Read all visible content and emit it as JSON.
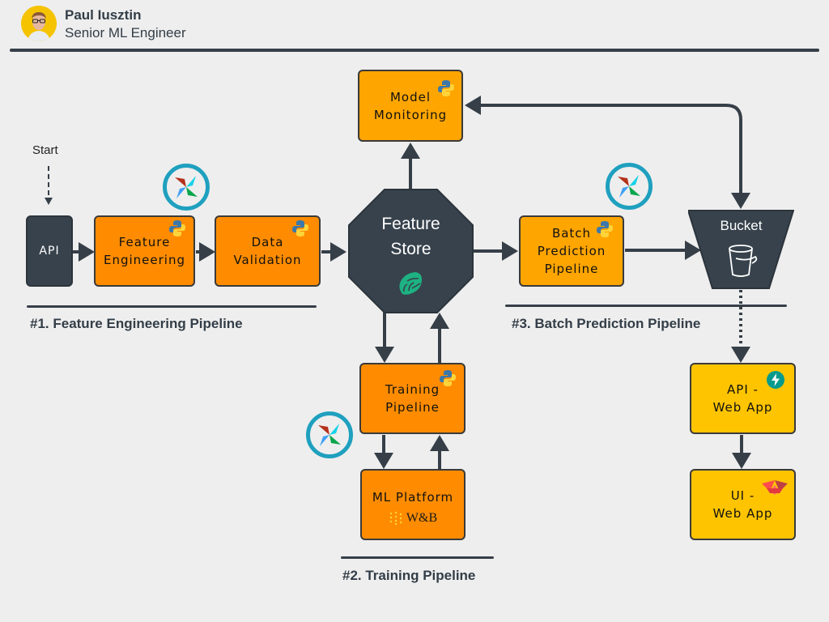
{
  "author": {
    "name": "Paul Iusztin",
    "role": "Senior ML Engineer",
    "avatar_bg": "#f5c300"
  },
  "diagram": {
    "start_label": "Start",
    "nodes": {
      "api": "API",
      "feature_engineering": "Feature\nEngineering",
      "data_validation": "Data\nValidation",
      "feature_store": "Feature\nStore",
      "model_monitoring": "Model\nMonitoring",
      "batch_prediction": "Batch\nPrediction\nPipeline",
      "bucket": "Bucket",
      "training_pipeline": "Training\nPipeline",
      "ml_platform": "ML Platform",
      "ml_platform_brand": "W&B",
      "api_web_app": "API -\nWeb App",
      "ui_web_app": "UI -\nWeb App"
    },
    "sections": {
      "feature_pipeline": "#1. Feature Engineering Pipeline",
      "training_pipeline": "#2. Training Pipeline",
      "batch_pipeline": "#3. Batch Prediction Pipeline"
    },
    "icons": {
      "orchestrator": "airflow-icon",
      "language": "python-icon",
      "feature_store": "hopsworks-icon",
      "storage": "bucket-icon",
      "api_framework": "fastapi-icon",
      "ui_framework": "streamlit-icon",
      "tracking": "wandb-icon"
    },
    "colors": {
      "orange": "#ff8c00",
      "amber": "#ffa500",
      "yellow": "#ffc400",
      "dark": "#37424c",
      "airflow_ring": "#1fa0bf",
      "hopsworks_green": "#1eb182"
    },
    "edges": [
      {
        "from": "Start",
        "to": "API",
        "style": "dashed"
      },
      {
        "from": "API",
        "to": "Feature Engineering",
        "style": "solid"
      },
      {
        "from": "Feature Engineering",
        "to": "Data Validation",
        "style": "solid"
      },
      {
        "from": "Data Validation",
        "to": "Feature Store",
        "style": "solid"
      },
      {
        "from": "Feature Store",
        "to": "Model Monitoring",
        "style": "solid"
      },
      {
        "from": "Feature Store",
        "to": "Batch Prediction Pipeline",
        "style": "solid"
      },
      {
        "from": "Batch Prediction Pipeline",
        "to": "Bucket",
        "style": "solid"
      },
      {
        "from": "Bucket",
        "to": "Model Monitoring",
        "style": "solid"
      },
      {
        "from": "Model Monitoring",
        "to": "Bucket",
        "style": "solid"
      },
      {
        "from": "Feature Store",
        "to": "Training Pipeline",
        "style": "solid"
      },
      {
        "from": "Training Pipeline",
        "to": "Feature Store",
        "style": "solid"
      },
      {
        "from": "Training Pipeline",
        "to": "ML Platform",
        "style": "solid"
      },
      {
        "from": "ML Platform",
        "to": "Training Pipeline",
        "style": "solid"
      },
      {
        "from": "Bucket",
        "to": "API - Web App",
        "style": "dotted"
      },
      {
        "from": "API - Web App",
        "to": "UI - Web App",
        "style": "solid"
      }
    ]
  }
}
